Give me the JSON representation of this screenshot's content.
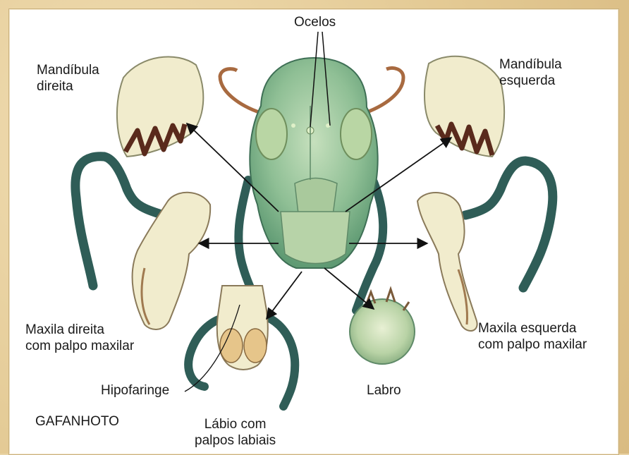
{
  "labels": {
    "ocelos": "Ocelos",
    "mandibula_direita": "Mandíbula\ndireita",
    "mandibula_esquerda": "Mandíbula\nesquerda",
    "maxila_direita": "Maxila direita\ncom palpo maxilar",
    "maxila_esquerda": "Maxila esquerda\ncom palpo maxilar",
    "hipofaringe": "Hipofaringe",
    "labro": "Labro",
    "labio": "Lábio com\npalpos labiais",
    "gafanhoto": "GAFANHOTO"
  },
  "colors": {
    "head_green": "#9cc59f",
    "head_dark": "#4f8a66",
    "mouthpart_cream": "#f1eccd",
    "mouthpart_brown": "#5a2a1c",
    "palp_teal": "#2f5d57",
    "border": "#e3c993"
  }
}
